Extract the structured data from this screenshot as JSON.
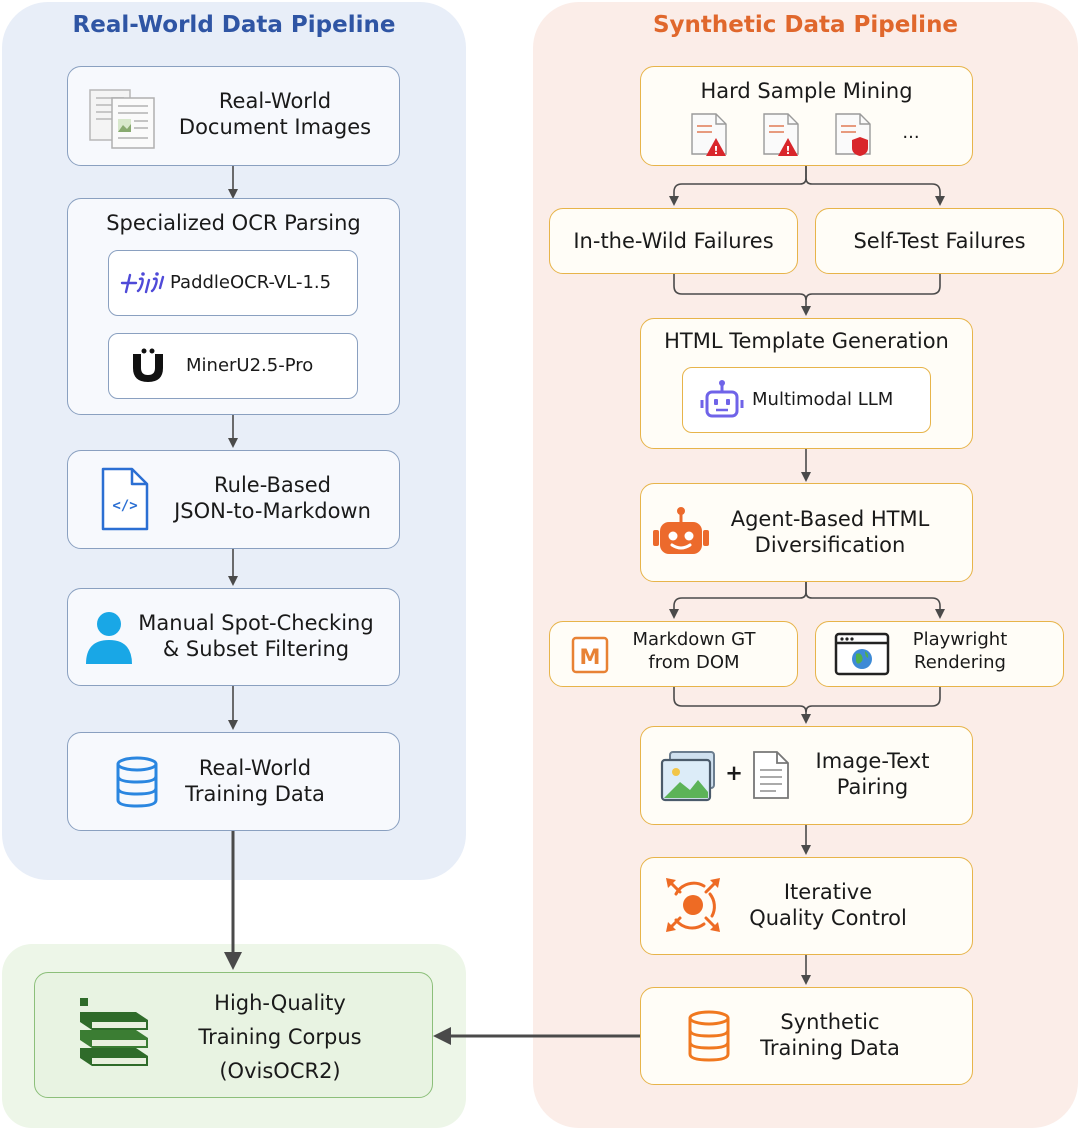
{
  "real_world": {
    "title": "Real-World Data Pipeline",
    "doc_images": [
      "Real-World",
      "Document Images"
    ],
    "ocr_title": "Specialized OCR Parsing",
    "paddle_label": "PaddleOCR-VL-1.5",
    "mineru_label": "MinerU2.5-Pro",
    "json_md": [
      "Rule-Based",
      "JSON-to-Markdown"
    ],
    "manual": [
      "Manual Spot-Checking",
      "& Subset Filtering"
    ],
    "training": [
      "Real-World",
      "Training Data"
    ]
  },
  "synthetic": {
    "title": "Synthetic Data Pipeline",
    "hard_sample": "Hard Sample Mining",
    "ellipsis": "...",
    "in_the_wild": "In-the-Wild Failures",
    "self_test": "Self-Test Failures",
    "html_template": "HTML Template Generation",
    "mllm": "Multimodal LLM",
    "agent": [
      "Agent-Based HTML",
      "Diversification"
    ],
    "markdown_gt": [
      "Markdown GT",
      "from DOM"
    ],
    "playwright": [
      "Playwright",
      "Rendering"
    ],
    "plus": "+",
    "pairing": [
      "Image-Text",
      "Pairing"
    ],
    "quality": [
      "Iterative",
      "Quality Control"
    ],
    "training": [
      "Synthetic",
      "Training Data"
    ]
  },
  "corpus": [
    "High-Quality",
    "Training Corpus",
    "(OvisOCR2)"
  ],
  "colors": {
    "blue_title": "#2f55a4",
    "orange_title": "#e0672c",
    "blue_border": "#8aa0c0",
    "orange_border": "#e7b44a",
    "green_border": "#8cbf7a",
    "arrow": "#4a4a4a"
  }
}
